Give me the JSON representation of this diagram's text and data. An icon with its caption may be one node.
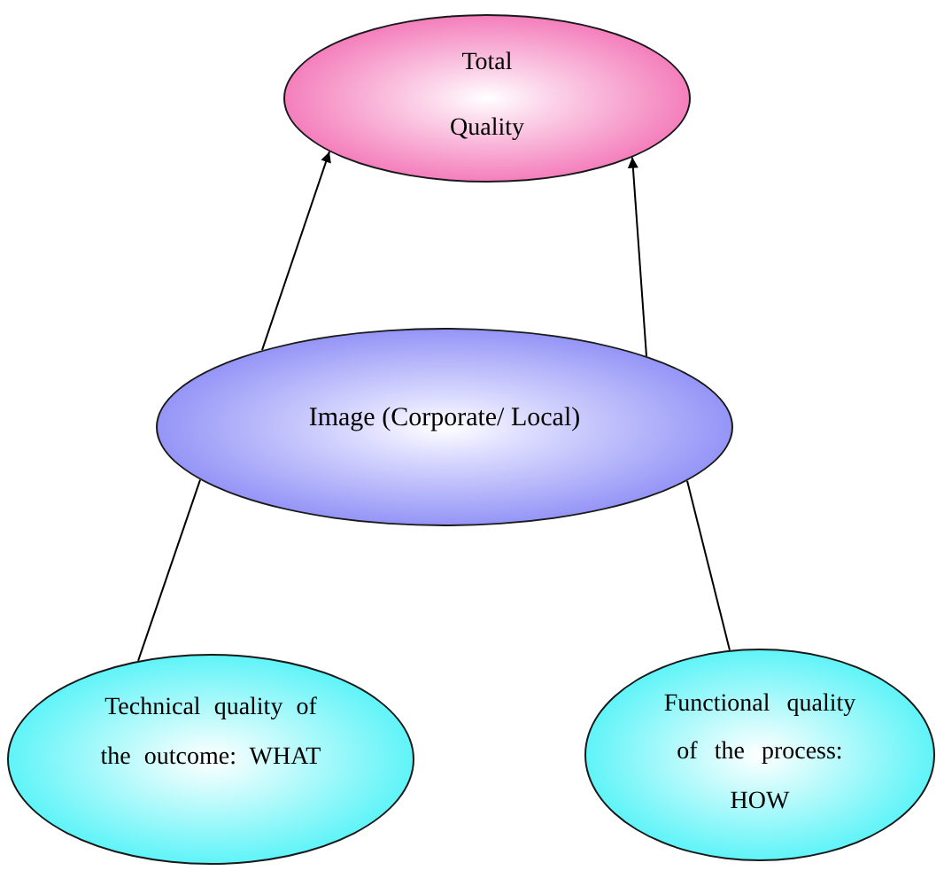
{
  "diagram": {
    "nodes": [
      {
        "text": [
          "Total Quality"
        ]
      },
      {
        "text": [
          "Image (Corporate/ Local)"
        ]
      },
      {
        "text": [
          "Technical quality of the outcome: WHAT"
        ]
      },
      {
        "text": [
          "Functional quality of the process: HOW"
        ]
      }
    ],
    "edges": [
      {
        "from": 1,
        "to": 0,
        "arrow": "to"
      },
      {
        "from": 1,
        "to": 0,
        "arrow": "to"
      },
      {
        "from": 2,
        "to": 1,
        "arrow": "none"
      },
      {
        "from": 3,
        "to": 1,
        "arrow": "none"
      }
    ]
  }
}
